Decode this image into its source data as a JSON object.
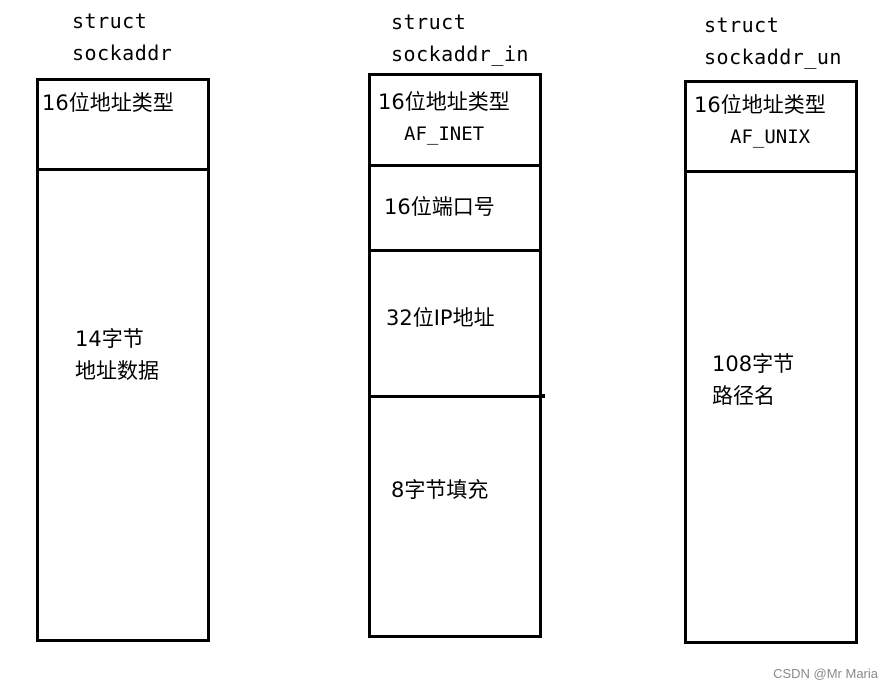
{
  "structs": [
    {
      "title_line1": "struct",
      "title_line2": "sockaddr",
      "fields": [
        {
          "line1": "16位地址类型"
        },
        {
          "line1": "14字节",
          "line2": "地址数据"
        }
      ]
    },
    {
      "title_line1": "struct",
      "title_line2": "sockaddr_in",
      "fields": [
        {
          "line1": "16位地址类型",
          "line2": "AF_INET"
        },
        {
          "line1": "16位端口号"
        },
        {
          "line1": "32位IP地址"
        },
        {
          "line1": "8字节填充"
        }
      ]
    },
    {
      "title_line1": "struct",
      "title_line2": "sockaddr_un",
      "fields": [
        {
          "line1": "16位地址类型",
          "line2": "AF_UNIX"
        },
        {
          "line1": "108字节",
          "line2": "路径名"
        }
      ]
    }
  ],
  "watermark": "CSDN @Mr Maria"
}
